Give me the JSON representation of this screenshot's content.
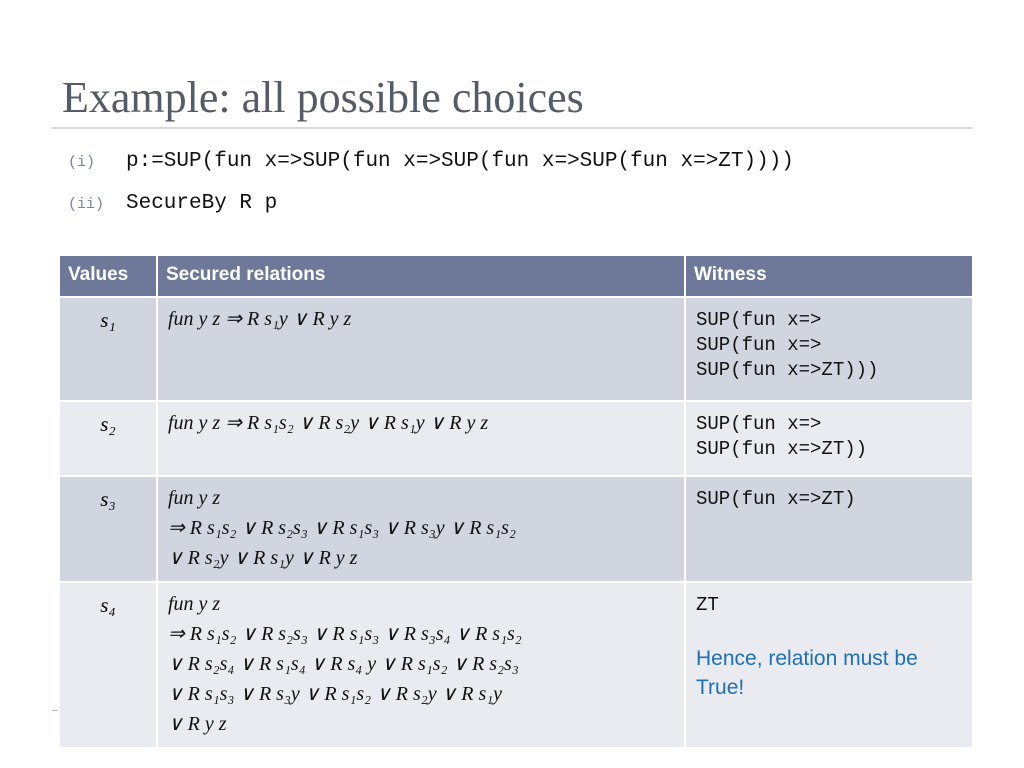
{
  "slide": {
    "title": "Example: all possible choices",
    "lines": [
      {
        "num": "(i)",
        "code": "p:=SUP(fun x=>SUP(fun x=>SUP(fun x=>SUP(fun x=>ZT))))"
      },
      {
        "num": "(ii)",
        "code": "SecureBy R p"
      }
    ]
  },
  "table": {
    "headers": [
      "Values",
      "Secured relations",
      "Witness"
    ],
    "rows": [
      {
        "value": "s₁",
        "relation": [
          "fun y z ⇒ R s₁y ∨ R y z"
        ],
        "witness": [
          "SUP(fun x=>",
          "SUP(fun x=>",
          "SUP(fun x=>ZT)))"
        ],
        "note": ""
      },
      {
        "value": "s₂",
        "relation": [
          "fun y z ⇒ R s₁s₂  ∨ R s₂y ∨ R s₁y ∨ R y z"
        ],
        "witness": [
          "SUP(fun x=>",
          "SUP(fun x=>ZT))"
        ],
        "note": ""
      },
      {
        "value": "s₃",
        "relation": [
          "fun y z",
          "⇒ R s₁s₂ ∨ R s₂s₃ ∨ R s₁s₃ ∨ R s₃y  ∨ R s₁s₂",
          "∨ R s₂y ∨ R s₁y ∨ R y z"
        ],
        "witness": [
          "SUP(fun x=>ZT)"
        ],
        "note": ""
      },
      {
        "value": "s₄",
        "relation": [
          "fun y z",
          "⇒ R s₁s₂ ∨ R s₂s₃ ∨ R s₁s₃ ∨ R s₃s₄ ∨ R s₁s₂",
          "∨ R s₂s₄ ∨ R s₁s₄ ∨ R s₄ y ∨ R s₁s₂ ∨ R s₂s₃",
          "∨ R s₁s₃ ∨ R s₃y  ∨ R s₁s₂ ∨ R s₂y ∨ R s₁y",
          "∨ R y z"
        ],
        "witness": [
          "ZT"
        ],
        "note": "Hence, relation must be True!"
      }
    ]
  },
  "colors": {
    "header_bg": "#6e7999",
    "row_dark": "#d1d5df",
    "row_light": "#e9ebf0",
    "note_blue": "#1f6fb4",
    "title_gray": "#575b66"
  }
}
